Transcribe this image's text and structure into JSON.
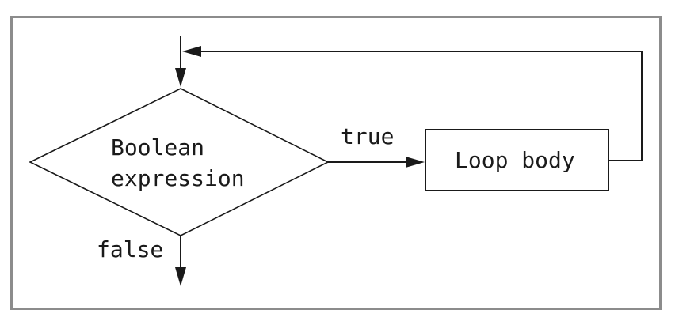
{
  "diagram": {
    "decision": {
      "line1": "Boolean",
      "line2": "expression"
    },
    "process": {
      "label": "Loop body"
    },
    "edges": {
      "true_label": "true",
      "false_label": "false"
    }
  },
  "colors": {
    "frame_border": "#8c8c8c",
    "stroke": "#1a1a1a",
    "background": "#ffffff"
  }
}
